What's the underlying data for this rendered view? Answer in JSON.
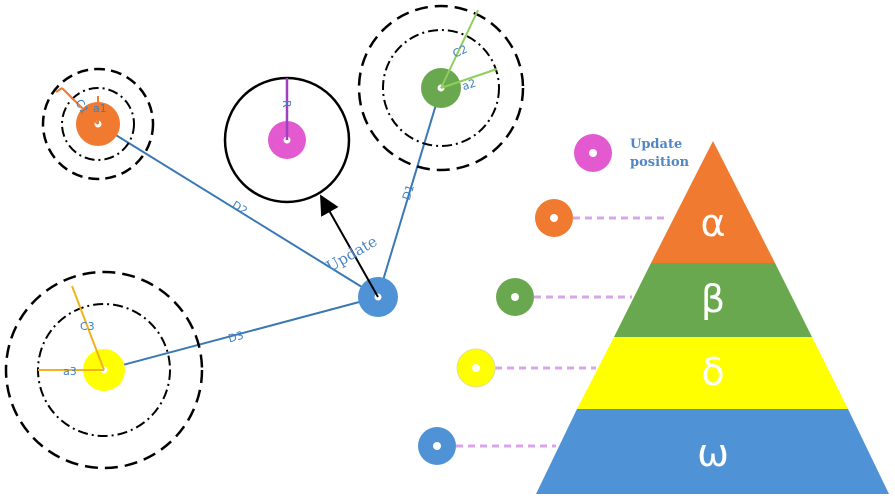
{
  "colors": {
    "alpha": "#ef7a30",
    "beta": "#6aa84f",
    "delta": "#ffff00",
    "omega": "#4f93d6",
    "update": "#e35ad0",
    "line": "#3a78b5",
    "dash": "#d8a6e8"
  },
  "circles": {
    "c1": {
      "label": "C1",
      "a_label": "a1"
    },
    "c2": {
      "label": "C2",
      "a_label": "a2"
    },
    "c3": {
      "label": "C3",
      "a_label": "a3"
    },
    "r": {
      "label": "R"
    }
  },
  "distances": {
    "d1": "D1",
    "d2": "D2",
    "d3": "D3"
  },
  "update_arrow_label": "Update",
  "legend": {
    "line1": "Update",
    "line2": "position"
  },
  "pyramid": {
    "alpha": "α",
    "beta": "β",
    "delta": "δ",
    "omega": "ω"
  }
}
